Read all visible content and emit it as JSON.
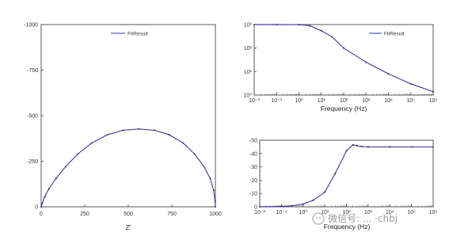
{
  "chart_data": [
    {
      "type": "line",
      "xlabel": "Z'",
      "ylabel": "",
      "xlim": [
        0,
        1000
      ],
      "ylim": [
        0,
        -1000
      ],
      "xticks": [
        "0",
        "250",
        "500",
        "750",
        "1000"
      ],
      "yticks": [
        "0",
        "-250",
        "-500",
        "-750",
        "-1000"
      ],
      "legend": {
        "entries": [
          "FitResult"
        ],
        "placement": "top-center"
      },
      "series": [
        {
          "name": "FitResult",
          "x": [
            0,
            6,
            20,
            45,
            85,
            140,
            210,
            290,
            380,
            470,
            560,
            650,
            735,
            815,
            880,
            935,
            970,
            990,
            998,
            1000
          ],
          "y": [
            0,
            -18,
            -55,
            -100,
            -155,
            -220,
            -290,
            -350,
            -395,
            -420,
            -427,
            -420,
            -395,
            -350,
            -290,
            -220,
            -155,
            -90,
            -30,
            0
          ]
        }
      ]
    },
    {
      "type": "line",
      "xlabel": "Frequency (Hz)",
      "ylabel": "",
      "scale": {
        "x": "log",
        "y": "log"
      },
      "xlim": [
        0.01,
        1000000
      ],
      "ylim": [
        1,
        1000
      ],
      "xticks": [
        "10⁻²",
        "10⁻¹",
        "10⁰",
        "10¹",
        "10²",
        "10³",
        "10⁴",
        "10⁵",
        "10⁶"
      ],
      "yticks": [
        "10⁰",
        "10¹",
        "10²",
        "10³"
      ],
      "legend": {
        "entries": [
          "FitResult"
        ],
        "placement": "top-right"
      },
      "series": [
        {
          "name": "FitResult",
          "x": [
            0.01,
            0.1,
            1,
            3,
            10,
            30,
            100,
            1000,
            10000,
            100000,
            1000000
          ],
          "y": [
            1000,
            1000,
            995,
            900,
            550,
            300,
            100,
            25,
            8,
            3,
            1.4
          ]
        }
      ]
    },
    {
      "type": "line",
      "xlabel": "Frequency (Hz)",
      "ylabel": "",
      "scale": {
        "x": "log",
        "y": "linear"
      },
      "xlim": [
        0.01,
        1000000
      ],
      "ylim": [
        0,
        -50
      ],
      "xticks": [
        "10⁻²",
        "10⁻¹",
        "10⁰",
        "10¹",
        "10²",
        "10³",
        "10⁴",
        "10⁵",
        "10⁶"
      ],
      "yticks": [
        "0",
        "-10",
        "-20",
        "-30",
        "-40",
        "-50"
      ],
      "series": [
        {
          "name": "",
          "x": [
            0.01,
            0.1,
            0.3,
            1,
            3,
            10,
            30,
            100,
            200,
            300,
            500,
            1000,
            10000,
            100000,
            1000000
          ],
          "y": [
            0,
            -0.3,
            -0.8,
            -2,
            -5,
            -11,
            -25,
            -42,
            -46.5,
            -46,
            -45.3,
            -45,
            -45,
            -45,
            -45
          ]
        }
      ]
    }
  ],
  "watermark": {
    "text": "微信号: ... ·chbj"
  }
}
